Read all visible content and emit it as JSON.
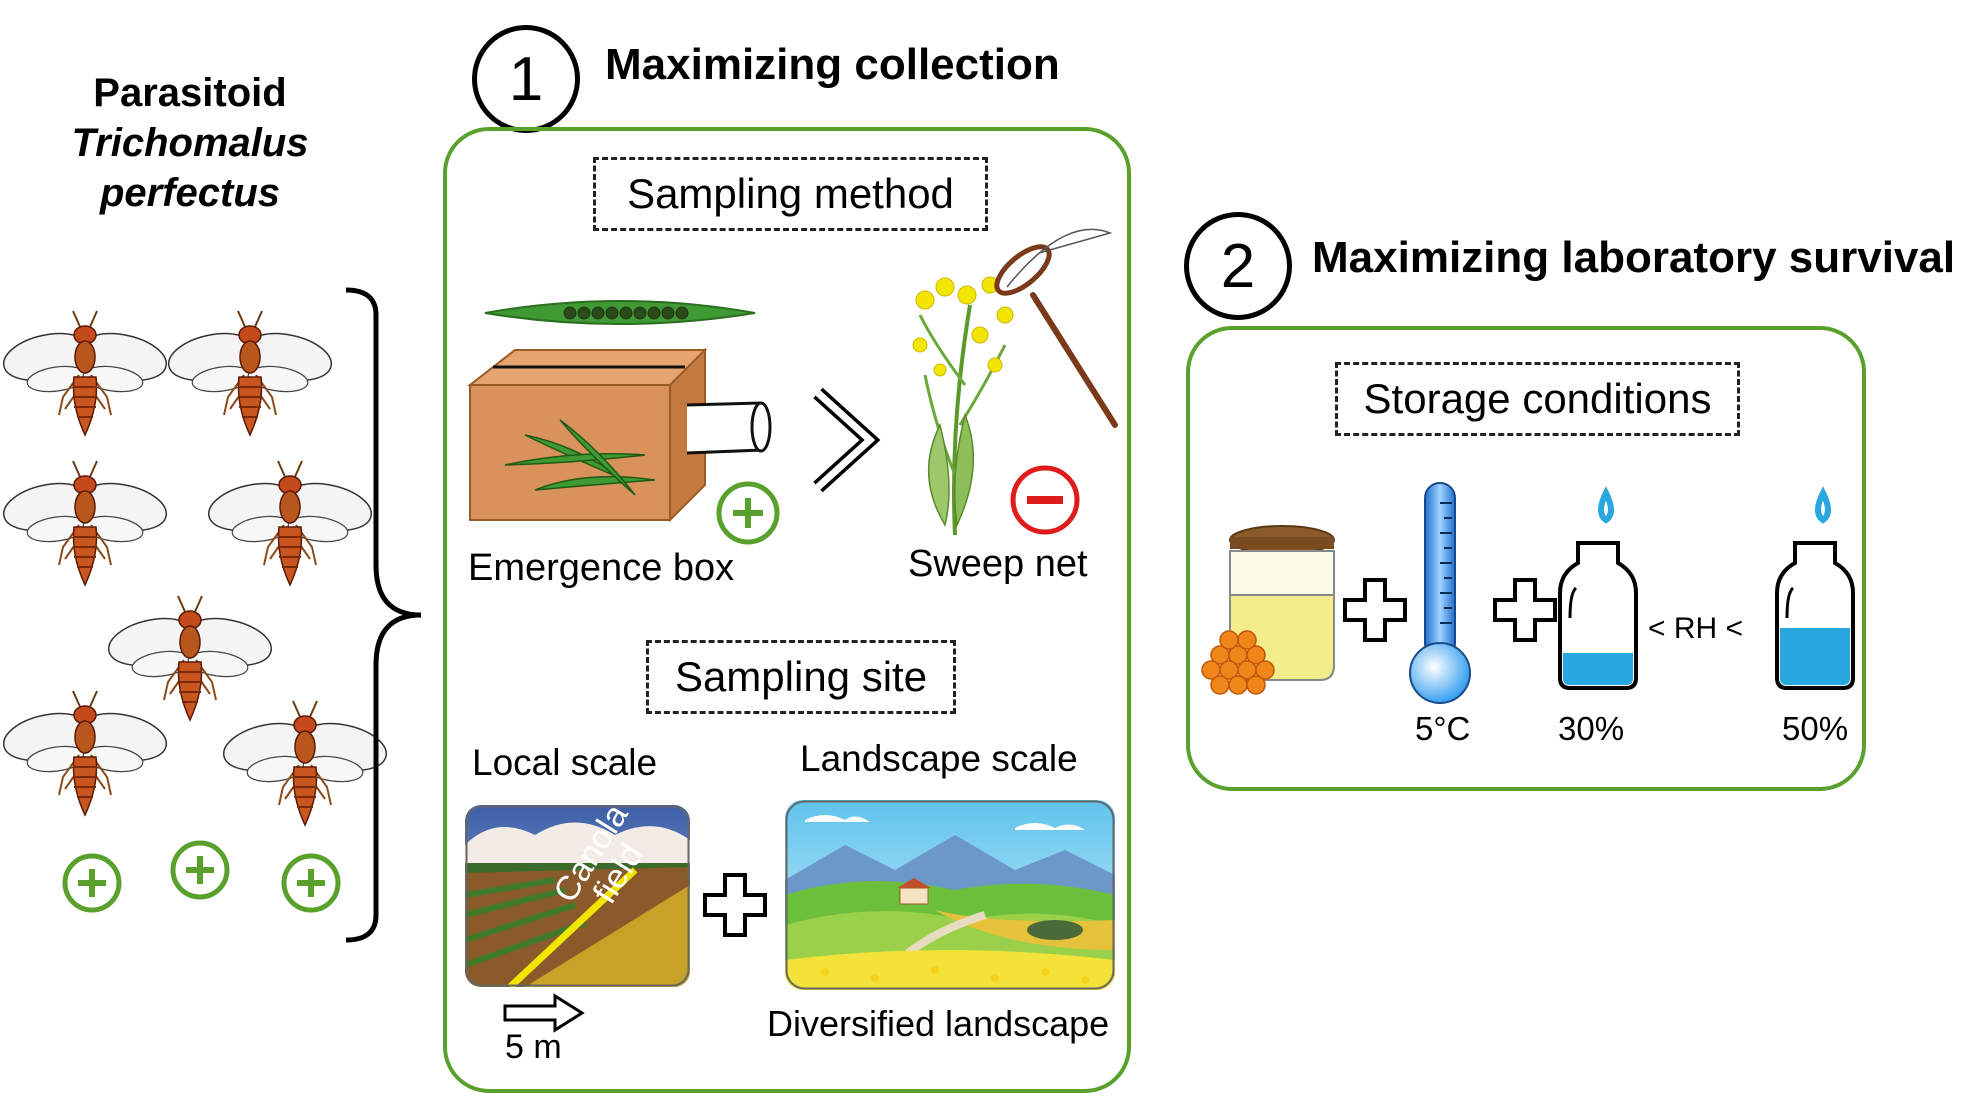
{
  "colors": {
    "panel_border": "#5aa02c",
    "plus_green": "#5aa02c",
    "minus_red": "#e01b1b",
    "box_orange": "#d9925b",
    "highlight_yellow": "#f2e600",
    "water_blue": "#29a8e0"
  },
  "left": {
    "title_line1": "Parasitoid",
    "title_line2": "Trichomalus",
    "title_line3": "perfectus"
  },
  "section1": {
    "number": "1",
    "title": "Maximizing collection",
    "sampling_method_label": "Sampling method",
    "emergence_box_label": "Emergence box",
    "sweep_net_label": "Sweep net",
    "comparison_symbol": ">",
    "sampling_site_label": "Sampling site",
    "local_scale_label": "Local scale",
    "landscape_scale_label": "Landscape scale",
    "canola_line1": "Canola",
    "canola_line2": "field",
    "scale_bar_label": "5 m",
    "diversified_label": "Diversified landscape"
  },
  "section2": {
    "number": "2",
    "title": "Maximizing laboratory survival",
    "storage_label": "Storage conditions",
    "temp_label": "5°C",
    "rh_low_label": "30%",
    "rh_high_label": "50%",
    "rh_comparison": "< RH <"
  }
}
